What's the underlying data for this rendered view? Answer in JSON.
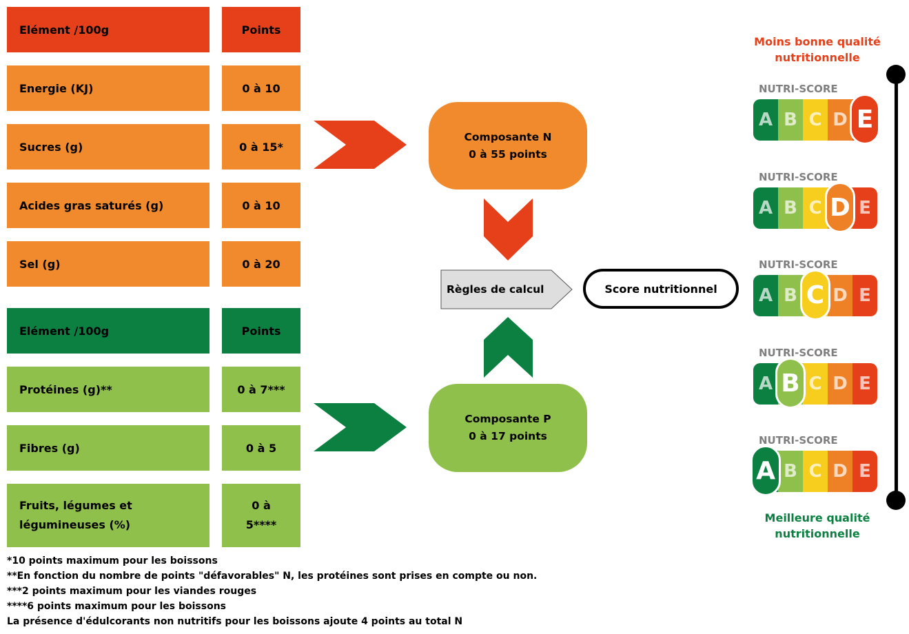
{
  "orange_table": {
    "header": {
      "label": "Elément /100g",
      "points": "Points"
    },
    "rows": [
      {
        "label": "Energie (KJ)",
        "points": "0 à 10"
      },
      {
        "label": "Sucres (g)",
        "points": "0 à 15*"
      },
      {
        "label": "Acides gras saturés (g)",
        "points": "0 à 10"
      },
      {
        "label": "Sel (g)",
        "points": "0 à 20"
      }
    ]
  },
  "green_table": {
    "header": {
      "label": "Elément /100g",
      "points": "Points"
    },
    "rows": [
      {
        "label": "Protéines (g)**",
        "points": "0 à 7***"
      },
      {
        "label": "Fibres (g)",
        "points": "0 à 5"
      },
      {
        "label": "Fruits, légumes et légumineuses (%)",
        "points": "0 à 5****"
      }
    ]
  },
  "flow": {
    "comp_n": {
      "title": "Composante N",
      "range": "0 à 55 points"
    },
    "comp_p": {
      "title": "Composante P",
      "range": "0 à 17 points"
    },
    "rules": "Règles de calcul",
    "score": "Score nutritionnel"
  },
  "scale": {
    "top_label": "Moins bonne qualité nutritionnelle",
    "bottom_label": "Meilleure qualité nutritionnelle",
    "badge_label": "NUTRI-SCORE",
    "letters": [
      "A",
      "B",
      "C",
      "D",
      "E"
    ],
    "letter_colors": [
      "#0c8040",
      "#8fc04b",
      "#f7ce1d",
      "#ee8025",
      "#e6401b"
    ],
    "badges_top_to_bottom": [
      "E",
      "D",
      "C",
      "B",
      "A"
    ]
  },
  "footnotes": [
    "*10 points maximum pour les boissons",
    "**En fonction du nombre de points \"défavorables\" N, les protéines sont prises en compte ou non.",
    "***2 points maximum pour les viandes rouges",
    "****6 points maximum pour les boissons",
    "La présence d'édulcorants non nutritifs pour les boissons ajoute 4 points au total N"
  ],
  "colors": {
    "header_red": "#e6401b",
    "row_orange": "#f08a2c",
    "header_green": "#0c8040",
    "row_lightgreen": "#8fc04b"
  }
}
